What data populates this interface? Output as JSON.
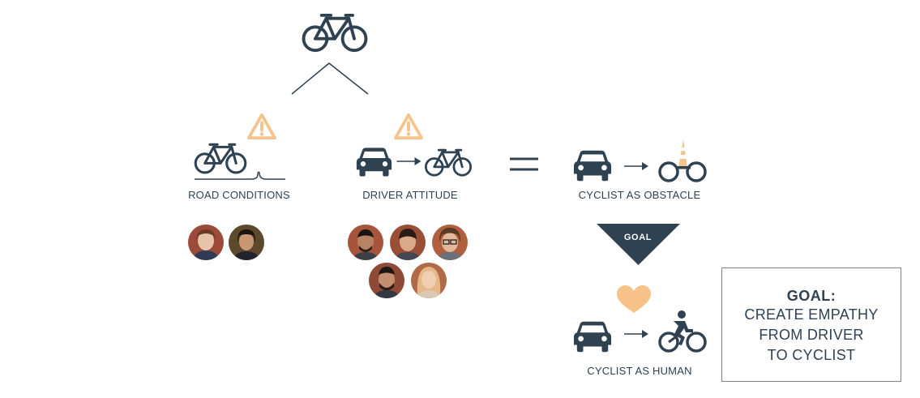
{
  "colors": {
    "ink": "#2f4252",
    "warning": "#f5c38c",
    "heart": "#f7c287",
    "box_border": "#7a8791"
  },
  "icons": [
    "bicycle-icon",
    "warning-icon",
    "car-icon",
    "arrow-right-icon",
    "traffic-cone-icon",
    "heart-icon",
    "cyclist-icon",
    "avatar"
  ],
  "labels": {
    "road_conditions": "ROAD CONDITIONS",
    "driver_attitude": "DRIVER ATTITUDE",
    "cyclist_as_obstacle": "CYCLIST AS OBSTACLE",
    "cyclist_as_human": "CYCLIST AS HUMAN"
  },
  "goal_triangle": {
    "label": "GOAL"
  },
  "goal_box": {
    "title": "GOAL:",
    "lines": [
      "CREATE EMPATHY",
      "FROM DRIVER",
      "TO CYCLIST"
    ]
  }
}
